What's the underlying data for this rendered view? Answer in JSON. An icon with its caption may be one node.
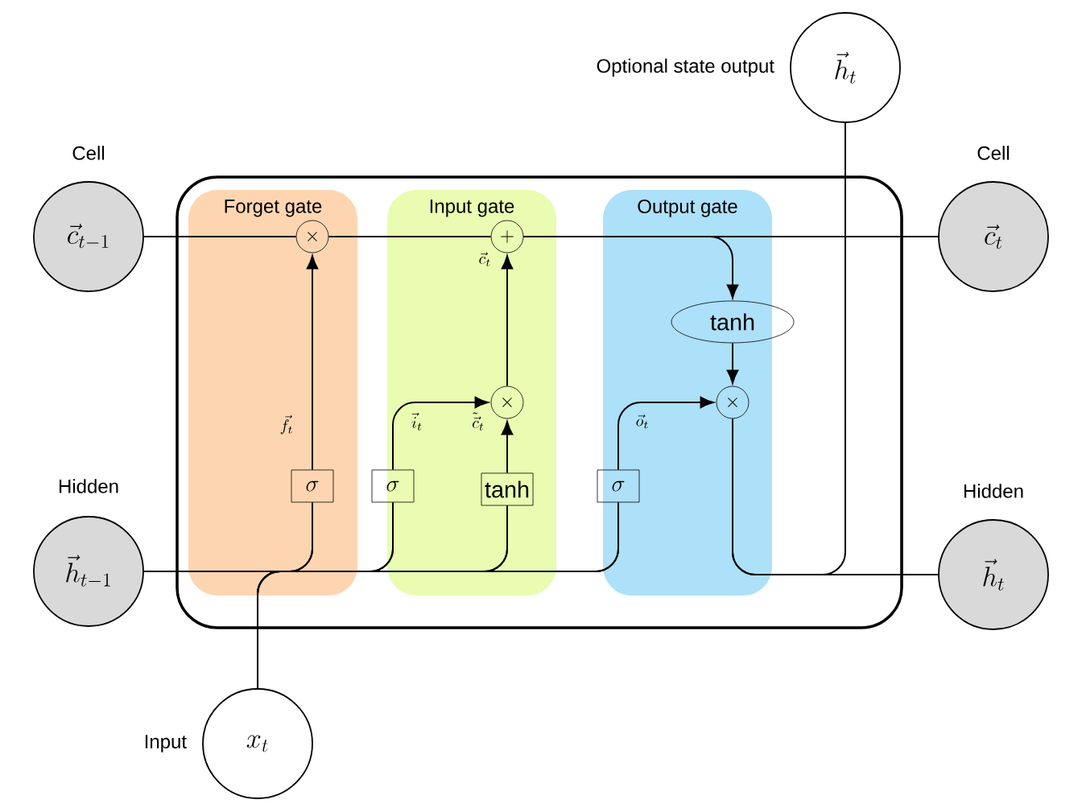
{
  "diagram": {
    "nodes": [
      {
        "text": [],
        "shape": "box"
      },
      {
        "text": [
          "Forget gate"
        ],
        "in": 0
      },
      {
        "text": [
          "Input gate"
        ],
        "in": 0
      },
      {
        "text": [
          "Output gate"
        ],
        "in": 0
      },
      {
        "text": [
          "\\vec{c}_{t-1}"
        ],
        "beside": [
          "Cell"
        ]
      },
      {
        "text": [
          "\\vec{h}_{t-1}"
        ],
        "beside": [
          "Hidden"
        ]
      },
      {
        "text": [
          "x_t"
        ],
        "beside": [
          "Input"
        ]
      },
      {
        "text": [
          "\\vec{h}_t"
        ],
        "beside": [
          "Optional state output"
        ]
      },
      {
        "text": [
          "\\vec{c}_t"
        ],
        "beside": [
          "Cell"
        ]
      },
      {
        "text": [
          "\\vec{h}_t"
        ],
        "beside": [
          "Hidden"
        ]
      },
      {
        "text": [
          "\\times"
        ],
        "in": 1
      },
      {
        "text": [
          "\\sigma"
        ],
        "in": 1
      },
      {
        "text": [
          "+"
        ],
        "in": 2
      },
      {
        "text": [
          "\\times"
        ],
        "in": 2
      },
      {
        "text": [
          "\\sigma"
        ],
        "in": 2
      },
      {
        "text": [
          "\\tanh"
        ],
        "in": 2
      },
      {
        "text": [
          "\\tanh"
        ],
        "in": 3
      },
      {
        "text": [
          "\\times"
        ],
        "in": 3
      },
      {
        "text": [
          "\\sigma"
        ],
        "in": 3
      }
    ],
    "edges": [
      {
        "from": 4,
        "to": 10,
        "arrow": "none"
      },
      {
        "from": 10,
        "to": 12,
        "arrow": "none"
      },
      {
        "from": 12,
        "to": 8,
        "arrow": "none"
      },
      {
        "from": 5,
        "to": 11,
        "arrow": "none"
      },
      {
        "from": 6,
        "to": 11,
        "arrow": "none"
      },
      {
        "from": 5,
        "to": 14,
        "arrow": "none"
      },
      {
        "from": 6,
        "to": 14,
        "arrow": "none"
      },
      {
        "from": 5,
        "to": 15,
        "arrow": "none"
      },
      {
        "from": 6,
        "to": 15,
        "arrow": "none"
      },
      {
        "from": 5,
        "to": 18,
        "arrow": "none"
      },
      {
        "from": 6,
        "to": 18,
        "arrow": "none"
      },
      {
        "from": 11,
        "to": 10,
        "arrow": "to",
        "label": "\\vec{f}_t"
      },
      {
        "from": 14,
        "to": 13,
        "arrow": "to",
        "label": "\\vec{i}_t"
      },
      {
        "from": 15,
        "to": 13,
        "arrow": "to",
        "label": "\\tilde{\\vec{c}}_t"
      },
      {
        "from": 13,
        "to": 12,
        "arrow": "to"
      },
      {
        "from": 12,
        "to": 16,
        "arrow": "to",
        "label": "\\vec{c}_t"
      },
      {
        "from": 16,
        "to": 17,
        "arrow": "to"
      },
      {
        "from": 18,
        "to": 17,
        "arrow": "to",
        "label": "\\vec{o}_t"
      },
      {
        "from": 17,
        "to": 9,
        "arrow": "none"
      },
      {
        "from": 17,
        "to": 7,
        "arrow": "none"
      }
    ]
  }
}
